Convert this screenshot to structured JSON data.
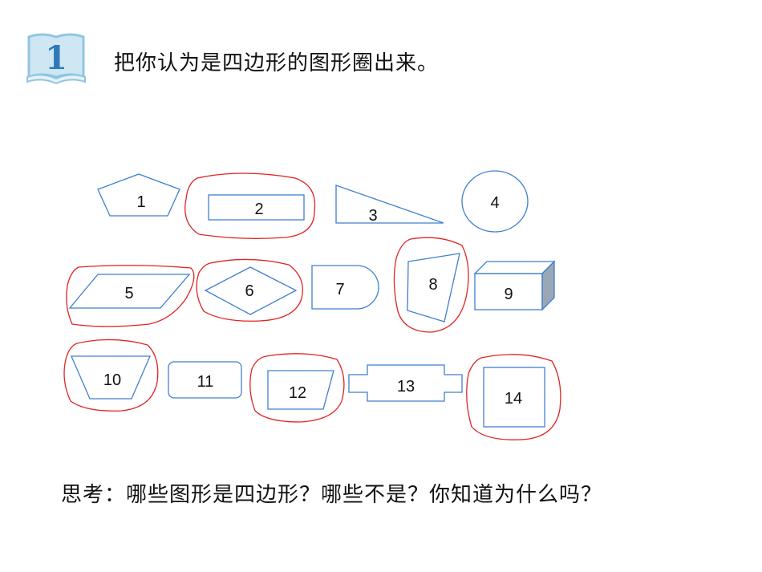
{
  "badge": {
    "number": "1",
    "icon": "open-book-icon",
    "color": "#8fc6e3"
  },
  "instruction": "把你认为是四边形的图形圈出来。",
  "thinking": "思考：哪些图形是四边形？哪些不是？你知道为什么吗？",
  "colors": {
    "shape_stroke": "#3f7fcf",
    "circle_stroke": "#e02424",
    "prism_side": "#9aa7b4"
  },
  "shapes": [
    {
      "id": "1",
      "kind": "pentagon",
      "circled": false
    },
    {
      "id": "2",
      "kind": "rectangle",
      "circled": true
    },
    {
      "id": "3",
      "kind": "triangle",
      "circled": false
    },
    {
      "id": "4",
      "kind": "circle",
      "circled": false
    },
    {
      "id": "5",
      "kind": "parallelogram",
      "circled": true
    },
    {
      "id": "6",
      "kind": "rhombus",
      "circled": true
    },
    {
      "id": "7",
      "kind": "arch",
      "circled": false
    },
    {
      "id": "8",
      "kind": "quadrilateral",
      "circled": true
    },
    {
      "id": "9",
      "kind": "prism",
      "circled": false
    },
    {
      "id": "10",
      "kind": "trapezoid",
      "circled": true
    },
    {
      "id": "11",
      "kind": "rounded-rect",
      "circled": false
    },
    {
      "id": "12",
      "kind": "trapezoid",
      "circled": true
    },
    {
      "id": "13",
      "kind": "cross",
      "circled": false
    },
    {
      "id": "14",
      "kind": "square",
      "circled": true
    }
  ]
}
